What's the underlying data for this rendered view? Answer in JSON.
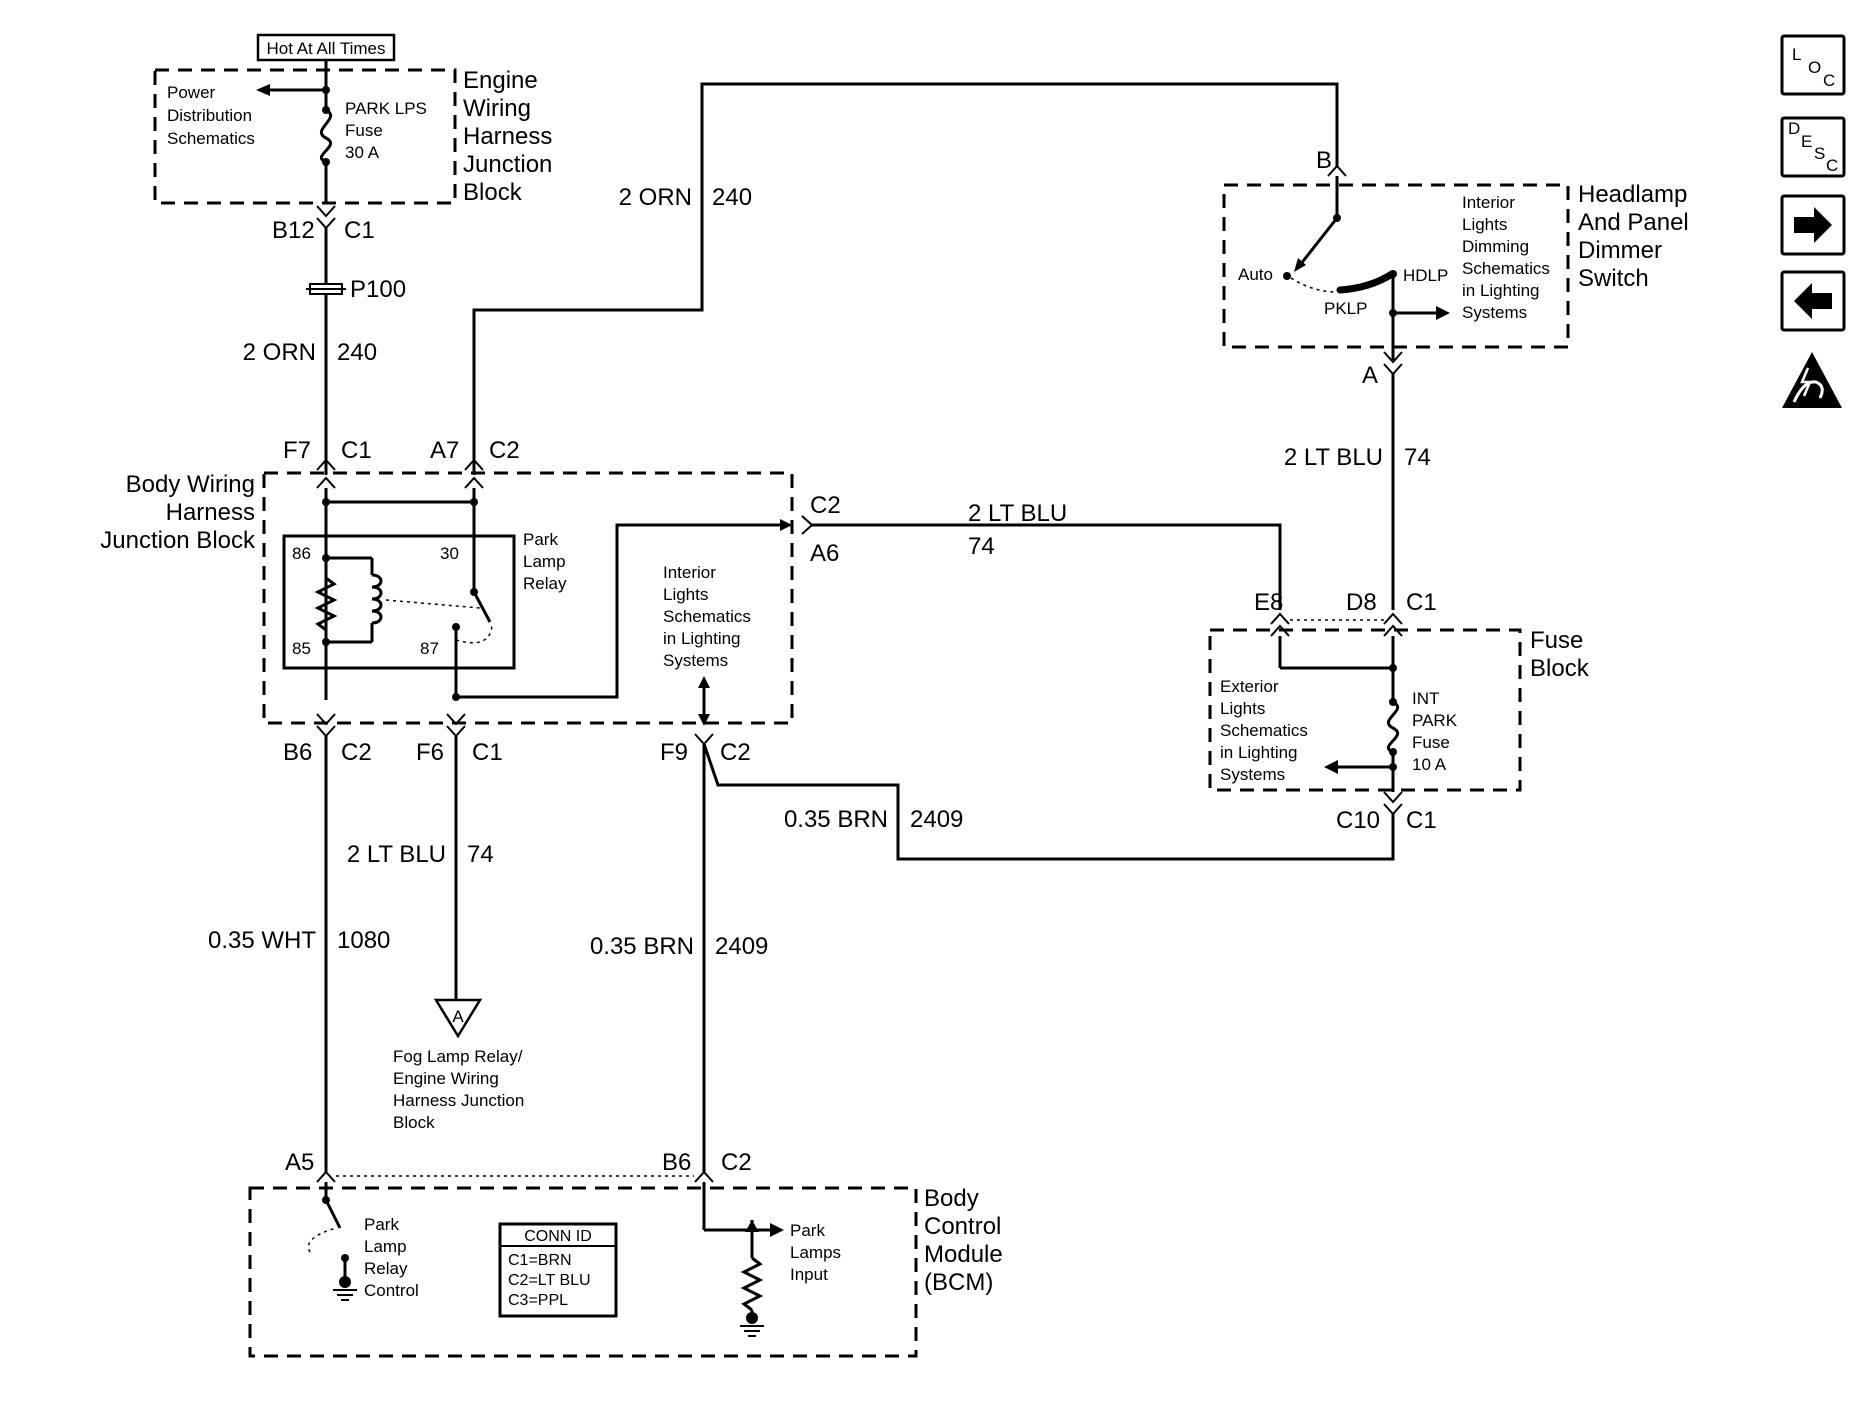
{
  "hot_at_all_times": "Hot At All Times",
  "engine_block": {
    "name": [
      "Engine",
      "Wiring",
      "Harness",
      "Junction",
      "Block"
    ],
    "power_distribution": [
      "Power",
      "Distribution",
      "Schematics"
    ],
    "fuse_label": [
      "PARK LPS",
      "Fuse",
      "30 A"
    ]
  },
  "connectors": {
    "b12": "B12",
    "c1_top": "C1",
    "p100": "P100",
    "f7": "F7",
    "f7_c": "C1",
    "a7": "A7",
    "a7_c": "C2",
    "c2_right": "C2",
    "a6": "A6",
    "b6_left": "B6",
    "b6_left_c": "C2",
    "f6": "F6",
    "f6_c": "C1",
    "f9": "F9",
    "f9_c": "C2",
    "a5": "A5",
    "b6_bcm": "B6",
    "b6_bcm_c": "C2",
    "e8": "E8",
    "d8": "D8",
    "d8_c": "C1",
    "c10": "C10",
    "c10_c": "C1",
    "b_switch": "B",
    "a_switch": "A"
  },
  "wires": {
    "w_left_top": {
      "gauge": "2 ORN",
      "circuit": "240"
    },
    "w_mid_top": {
      "gauge": "2 ORN",
      "circuit": "240"
    },
    "w_a6": {
      "gauge": "2 LT BLU",
      "circuit": "74"
    },
    "w_switch": {
      "gauge": "2 LT BLU",
      "circuit": "74"
    },
    "w_f6": {
      "gauge": "2 LT BLU",
      "circuit": "74"
    },
    "w_b6": {
      "gauge": "0.35 WHT",
      "circuit": "1080"
    },
    "w_f9": {
      "gauge": "0.35 BRN",
      "circuit": "2409"
    },
    "w_c10": {
      "gauge": "0.35 BRN",
      "circuit": "2409"
    }
  },
  "body_block": {
    "name": [
      "Body Wiring",
      "Harness",
      "Junction Block"
    ],
    "relay": [
      "Park",
      "Lamp",
      "Relay"
    ],
    "pins": {
      "p86": "86",
      "p85": "85",
      "p30": "30",
      "p87": "87"
    },
    "interior": [
      "Interior",
      "Lights",
      "Schematics",
      "in Lighting",
      "Systems"
    ]
  },
  "fog_ref": {
    "letter": "A",
    "text": [
      "Fog Lamp Relay/",
      "Engine Wiring",
      "Harness Junction",
      "Block"
    ]
  },
  "switch": {
    "name": [
      "Headlamp",
      "And Panel",
      "Dimmer",
      "Switch"
    ],
    "auto": "Auto",
    "hdlp": "HDLP",
    "pklp": "PKLP",
    "interior": [
      "Interior",
      "Lights",
      "Dimming",
      "Schematics",
      "in Lighting",
      "Systems"
    ]
  },
  "fuse_block": {
    "name": [
      "Fuse",
      "Block"
    ],
    "exterior": [
      "Exterior",
      "Lights",
      "Schematics",
      "in Lighting",
      "Systems"
    ],
    "fuse": [
      "INT",
      "PARK",
      "Fuse",
      "10 A"
    ]
  },
  "bcm": {
    "name": [
      "Body",
      "Control",
      "Module",
      "(BCM)"
    ],
    "relay_control": [
      "Park",
      "Lamp",
      "Relay",
      "Control"
    ],
    "park_input": [
      "Park",
      "Lamps",
      "Input"
    ],
    "conn_id": {
      "title": "CONN ID",
      "rows": [
        "C1=BRN",
        "C2=LT BLU",
        "C3=PPL"
      ]
    }
  },
  "nav": {
    "loc": [
      "L",
      "O",
      "C"
    ],
    "desc": [
      "D",
      "E",
      "S",
      "C"
    ],
    "next_icon": "arrow-right-icon",
    "prev_icon": "arrow-left-icon",
    "esd_icon": "esd-warning-icon"
  }
}
